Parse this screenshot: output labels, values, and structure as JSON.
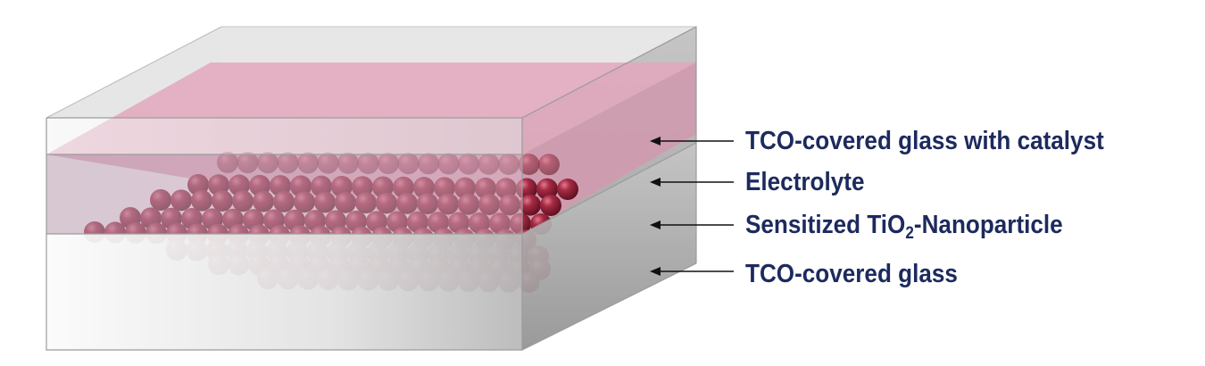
{
  "colors": {
    "glass": "#dcdcdc",
    "electrolyte": "#dfa9bb",
    "nanoparticle": "#8a1e34",
    "label_text": "#1d2a5e"
  },
  "labels": {
    "top_glass": "TCO-covered glass with catalyst",
    "electrolyte": "Electrolyte",
    "nanoparticle_prefix": "Sensitized TiO",
    "nanoparticle_subscript": "2",
    "nanoparticle_suffix": "-Nanoparticle",
    "bottom_glass": "TCO-covered glass"
  }
}
